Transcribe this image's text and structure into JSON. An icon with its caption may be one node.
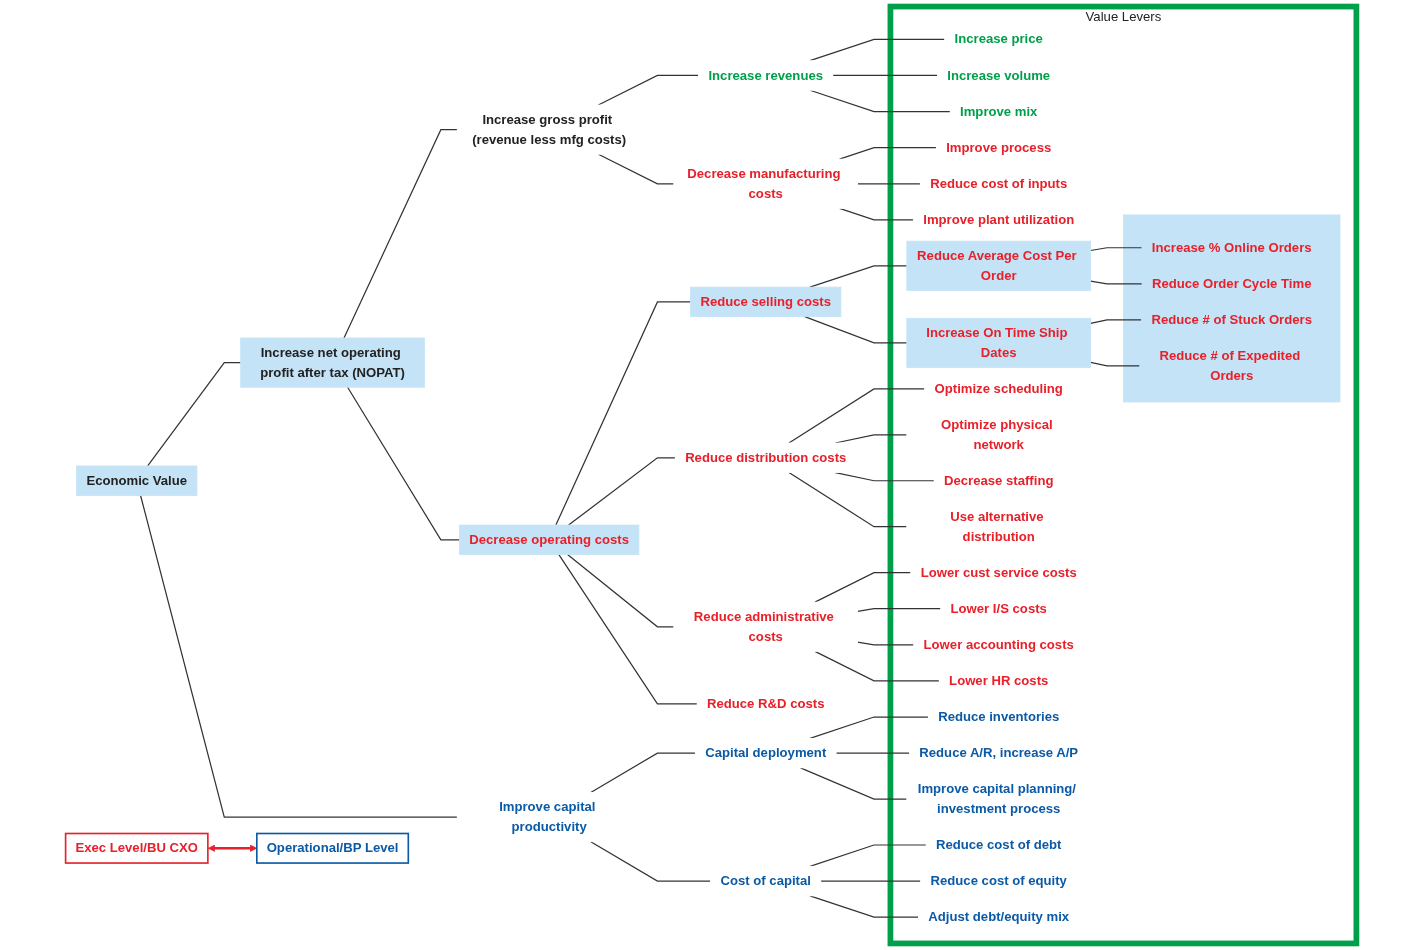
{
  "diagram": {
    "nodes": [
      {
        "text": [
          "Economic Value"
        ]
      },
      {
        "text": [
          "Increase net operating profit after tax (NOPAT)"
        ]
      },
      {
        "text": [
          "Increase gross profit (revenue less mfg costs)"
        ]
      },
      {
        "text": [
          "Decrease operating costs"
        ]
      },
      {
        "text": [
          "Increase revenues"
        ]
      },
      {
        "text": [
          "Decrease manufacturing costs"
        ]
      },
      {
        "text": [
          "Reduce selling costs"
        ]
      },
      {
        "text": [
          "Reduce distribution costs"
        ]
      },
      {
        "text": [
          "Reduce administrative costs"
        ]
      },
      {
        "text": [
          "Reduce R&D costs"
        ]
      },
      {
        "text": [
          "Improve capital productivity"
        ]
      },
      {
        "text": [
          "Capital deployment"
        ]
      },
      {
        "text": [
          "Cost of capital"
        ]
      },
      {
        "text": [
          "Value Levers"
        ]
      },
      {
        "text": [
          "Increase price"
        ],
        "in": 13
      },
      {
        "text": [
          "Increase volume"
        ],
        "in": 13
      },
      {
        "text": [
          "Improve mix"
        ],
        "in": 13
      },
      {
        "text": [
          "Improve process"
        ],
        "in": 13
      },
      {
        "text": [
          "Reduce cost of inputs"
        ],
        "in": 13
      },
      {
        "text": [
          "Improve plant utilization"
        ],
        "in": 13
      },
      {
        "text": [
          "Reduce Average Cost Per Order"
        ],
        "in": 13
      },
      {
        "text": [
          "Increase On Time Ship Dates"
        ],
        "in": 13
      },
      {
        "text": [],
        "shape": "box",
        "in": 13
      },
      {
        "text": [
          "Increase % Online Orders"
        ],
        "in": 22
      },
      {
        "text": [
          "Reduce Order Cycle Time"
        ],
        "in": 22
      },
      {
        "text": [
          "Reduce # of Stuck Orders"
        ],
        "in": 22
      },
      {
        "text": [
          "Reduce # of Expedited Orders"
        ],
        "in": 22
      },
      {
        "text": [
          "Optimize scheduling"
        ],
        "in": 13
      },
      {
        "text": [
          "Optimize physical network"
        ],
        "in": 13
      },
      {
        "text": [
          "Decrease staffing"
        ],
        "in": 13
      },
      {
        "text": [
          "Use alternative distribution"
        ],
        "in": 13
      },
      {
        "text": [
          "Lower cust service costs"
        ],
        "in": 13
      },
      {
        "text": [
          "Lower I/S costs"
        ],
        "in": 13
      },
      {
        "text": [
          "Lower accounting costs"
        ],
        "in": 13
      },
      {
        "text": [
          "Lower HR costs"
        ],
        "in": 13
      },
      {
        "text": [
          "Reduce inventories"
        ],
        "in": 13
      },
      {
        "text": [
          "Reduce A/R, increase A/P"
        ],
        "in": 13
      },
      {
        "text": [
          "Improve capital planning/ investment process"
        ],
        "in": 13
      },
      {
        "text": [
          "Reduce cost of debt"
        ],
        "in": 13
      },
      {
        "text": [
          "Reduce cost of equity"
        ],
        "in": 13
      },
      {
        "text": [
          "Adjust debt/equity mix"
        ],
        "in": 13
      },
      {
        "text": [
          "Exec Level/BU CXO"
        ]
      },
      {
        "text": [
          "Operational/BP Level"
        ]
      }
    ],
    "edges": [
      {
        "from": 0,
        "to": 1,
        "arrow": "none"
      },
      {
        "from": 0,
        "to": 10,
        "arrow": "none"
      },
      {
        "from": 1,
        "to": 2,
        "arrow": "none"
      },
      {
        "from": 1,
        "to": 3,
        "arrow": "none"
      },
      {
        "from": 2,
        "to": 4,
        "arrow": "none"
      },
      {
        "from": 2,
        "to": 5,
        "arrow": "none"
      },
      {
        "from": 3,
        "to": 6,
        "arrow": "none"
      },
      {
        "from": 3,
        "to": 7,
        "arrow": "none"
      },
      {
        "from": 3,
        "to": 8,
        "arrow": "none"
      },
      {
        "from": 3,
        "to": 9,
        "arrow": "none"
      },
      {
        "from": 4,
        "to": 14,
        "arrow": "none"
      },
      {
        "from": 4,
        "to": 15,
        "arrow": "none"
      },
      {
        "from": 4,
        "to": 16,
        "arrow": "none"
      },
      {
        "from": 5,
        "to": 17,
        "arrow": "none"
      },
      {
        "from": 5,
        "to": 18,
        "arrow": "none"
      },
      {
        "from": 5,
        "to": 19,
        "arrow": "none"
      },
      {
        "from": 6,
        "to": 20,
        "arrow": "none"
      },
      {
        "from": 6,
        "to": 21,
        "arrow": "none"
      },
      {
        "from": 20,
        "to": 23,
        "arrow": "none"
      },
      {
        "from": 20,
        "to": 24,
        "arrow": "none"
      },
      {
        "from": 21,
        "to": 25,
        "arrow": "none"
      },
      {
        "from": 21,
        "to": 26,
        "arrow": "none"
      },
      {
        "from": 7,
        "to": 27,
        "arrow": "none"
      },
      {
        "from": 7,
        "to": 28,
        "arrow": "none"
      },
      {
        "from": 7,
        "to": 29,
        "arrow": "none"
      },
      {
        "from": 7,
        "to": 30,
        "arrow": "none"
      },
      {
        "from": 8,
        "to": 31,
        "arrow": "none"
      },
      {
        "from": 8,
        "to": 32,
        "arrow": "none"
      },
      {
        "from": 8,
        "to": 33,
        "arrow": "none"
      },
      {
        "from": 8,
        "to": 34,
        "arrow": "none"
      },
      {
        "from": 10,
        "to": 11,
        "arrow": "none"
      },
      {
        "from": 10,
        "to": 12,
        "arrow": "none"
      },
      {
        "from": 11,
        "to": 35,
        "arrow": "none"
      },
      {
        "from": 11,
        "to": 36,
        "arrow": "none"
      },
      {
        "from": 11,
        "to": 37,
        "arrow": "none"
      },
      {
        "from": 12,
        "to": 38,
        "arrow": "none"
      },
      {
        "from": 12,
        "to": 39,
        "arrow": "none"
      },
      {
        "from": 12,
        "to": 40,
        "arrow": "none"
      },
      {
        "from": 41,
        "to": 42,
        "arrow": "both",
        "color": "#e8202a"
      }
    ]
  }
}
